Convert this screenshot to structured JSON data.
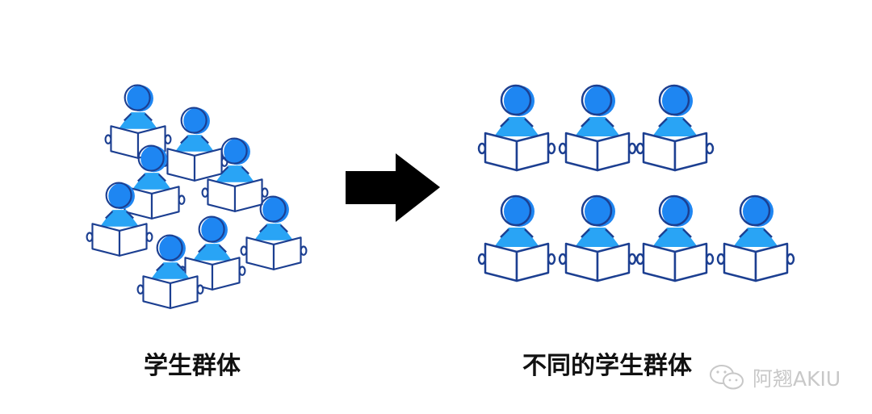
{
  "left_label": "学生群体",
  "right_label": "不同的学生群体",
  "watermark": {
    "icon": "wechat-icon",
    "text": "阿翘AKIU"
  },
  "colors": {
    "head": "#1e86f2",
    "body": "#29a4f5",
    "outline": "#1c3f91",
    "arrow": "#000000"
  },
  "groups": {
    "left_count": 8,
    "right_count": 7
  }
}
